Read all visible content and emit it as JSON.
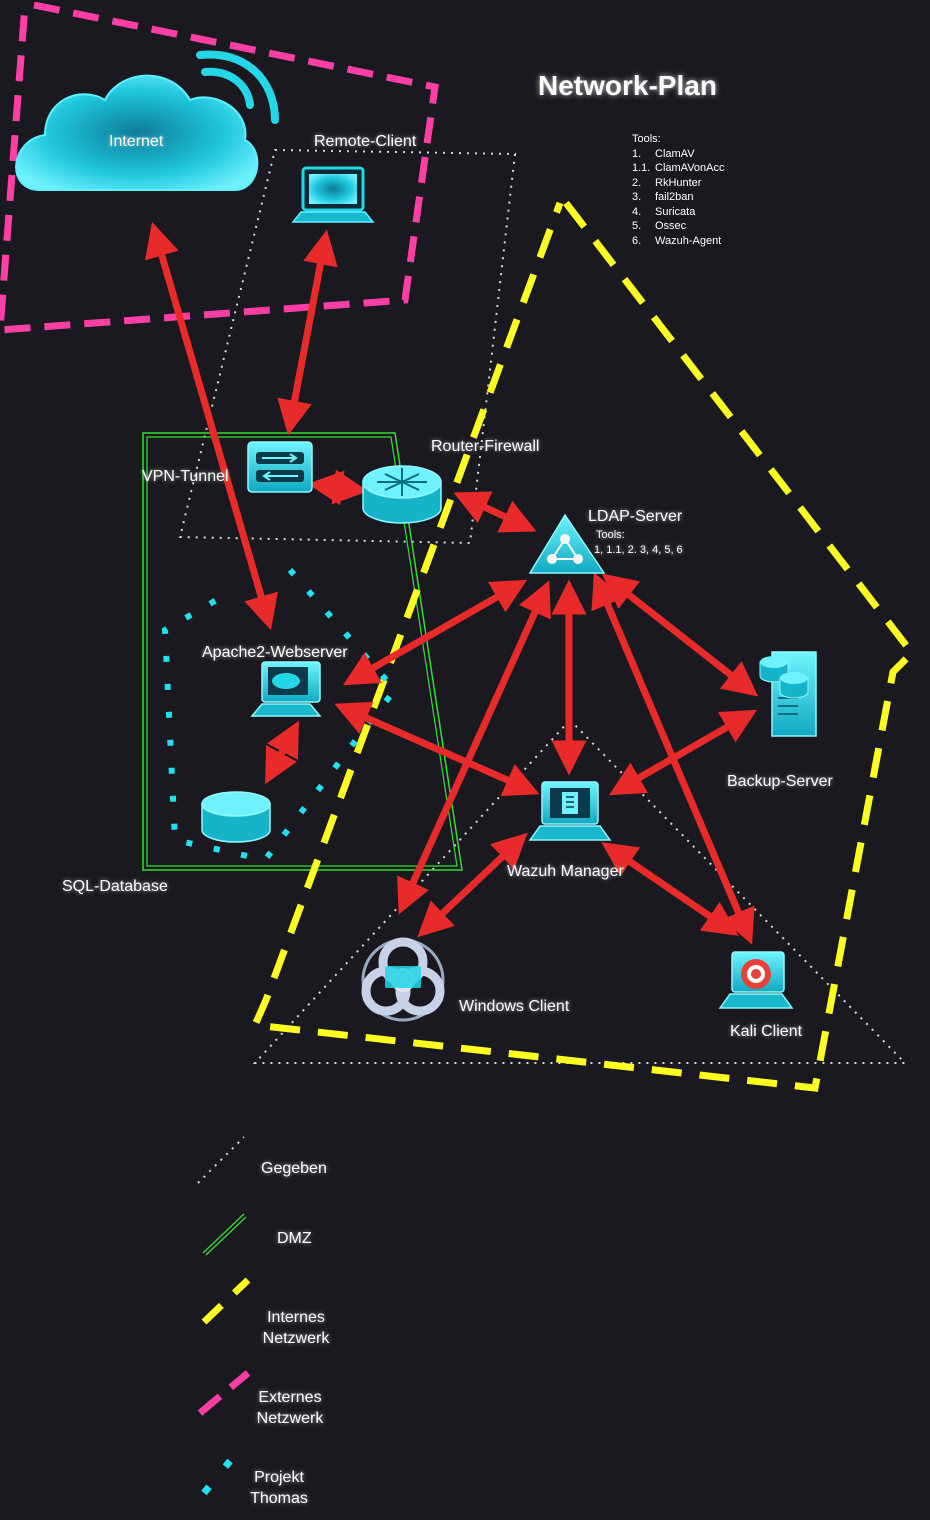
{
  "title": "Network-Plan",
  "nodes": {
    "internet": "Internet",
    "remote_client": "Remote-Client",
    "vpn_tunnel": "VPN-Tunnel",
    "router_firewall": "Router-Firewall",
    "ldap_server": "LDAP-Server",
    "ldap_tools_title": "Tools:",
    "ldap_tools_list": "1, 1.1, 2. 3, 4, 5, 6",
    "apache_webserver": "Apache2-Webserver",
    "sql_database": "SQL-Database",
    "backup_server": "Backup-Server",
    "wazuh_manager": "Wazuh Manager",
    "windows_client": "Windows Client",
    "kali_client": "Kali Client"
  },
  "tools": {
    "heading": "Tools:",
    "items": [
      {
        "num": "1.",
        "name": "ClamAV"
      },
      {
        "num": "1.1.",
        "name": "ClamAVonAcc"
      },
      {
        "num": "2.",
        "name": "RkHunter"
      },
      {
        "num": "3.",
        "name": "fail2ban"
      },
      {
        "num": "4.",
        "name": "Suricata"
      },
      {
        "num": "5.",
        "name": "Ossec"
      },
      {
        "num": "6.",
        "name": "Wazuh-Agent"
      }
    ]
  },
  "legend": {
    "given": "Gegeben",
    "dmz": "DMZ",
    "internal_1": "Internes",
    "internal_2": "Netzwerk",
    "external_1": "Externes",
    "external_2": "Netzwerk",
    "project_1": "Projekt",
    "project_2": "Thomas"
  },
  "colors": {
    "background": "#1b1920",
    "external_network": "#ff3fa4",
    "internal_network": "#ffff22",
    "dmz": "#33dd33",
    "project": "#22e0f0",
    "arrow": "#e82a2a",
    "icon": "#25d6e6"
  }
}
